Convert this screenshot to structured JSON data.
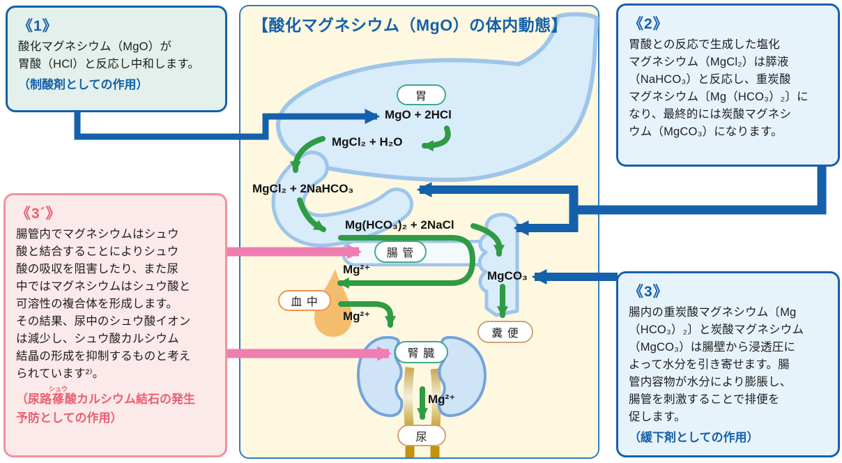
{
  "title": "【酸化マグネシウム（MgO）の体内動態】",
  "boxes": {
    "box1": {
      "heading": "《1》",
      "body": "酸化マグネシウム（MgO）が\n胃酸（HCl）と反応し中和します。",
      "bold": "（制酸剤としての作用）"
    },
    "box2": {
      "heading": "《2》",
      "body": "胃酸との反応で生成した塩化\nマグネシウム（MgCl₂）は膵液\n（NaHCO₃）と反応し、重炭酸\nマグネシウム〔Mg（HCO₃）₂〕に\nなり、最終的には炭酸マグネシ\nウム（MgCO₃）になります。"
    },
    "box3dash": {
      "heading": "《3´》",
      "body": "腸管内でマグネシウムはシュウ\n酸と結合することによりシュウ\n酸の吸収を阻害したり、また尿\n中ではマグネシウムはシュウ酸と\n可溶性の複合体を形成します。\nその結果、尿中のシュウ酸イオン\nは減少し、シュウ酸カルシウム\n結晶の形成を抑制するものと考え\nられています²⁾。",
      "bold_pre": "（尿路",
      "ruby_base": "蓚",
      "ruby_text": "シュウ",
      "bold_post": "酸カルシウム結石の発生予防としての作用）"
    },
    "box3": {
      "heading": "《3》",
      "body": "腸内の重炭酸マグネシウム〔Mg\n（HCO₃）₂〕と炭酸マグネシウム\n（MgCO₃）は腸壁から浸透圧に\nよって水分を引き寄せます。腸\n管内容物が水分により膨脹し、\n腸管を刺激することで排便を\n促します。",
      "bold": "（緩下剤としての作用）"
    }
  },
  "diagram": {
    "organ_labels": {
      "stomach": "胃",
      "intestine": "腸 管",
      "blood": "血 中",
      "kidney": "腎 臓",
      "feces": "糞 便",
      "urine": "尿"
    },
    "formulas": {
      "stomach_reaction": "MgO + 2HCl",
      "stomach_product": "MgCl₂ + H₂O",
      "pancreatic_reaction": "MgCl₂ + 2NaHCO₃",
      "bicarbonate_product": "Mg(HCO₃)₂ + 2NaCl",
      "carbonate": "MgCO₃",
      "mg_ion_absorbed": "Mg²⁺",
      "mg_ion_blood": "Mg²⁺",
      "mg_ion_urine": "Mg²⁺"
    }
  },
  "colors": {
    "accent_blue": "#1560aa",
    "green_arrow": "#2f9b43",
    "pink_arrow": "#ef7db2",
    "panel_bg": "#fdf8df",
    "box_blue_bg": "#e7f3fb",
    "box_green_bg": "#e3f0eb",
    "box_pink_bg": "#fce9ea",
    "pink_border": "#f0929b",
    "teal_pill": "#3fa98c",
    "orange_pill": "#ef9350",
    "tan_pill": "#cfa379",
    "gi_fill": "#d9ecfa",
    "gi_edge": "#9ec5ea",
    "droplet_orange": "#f4bd6e"
  }
}
